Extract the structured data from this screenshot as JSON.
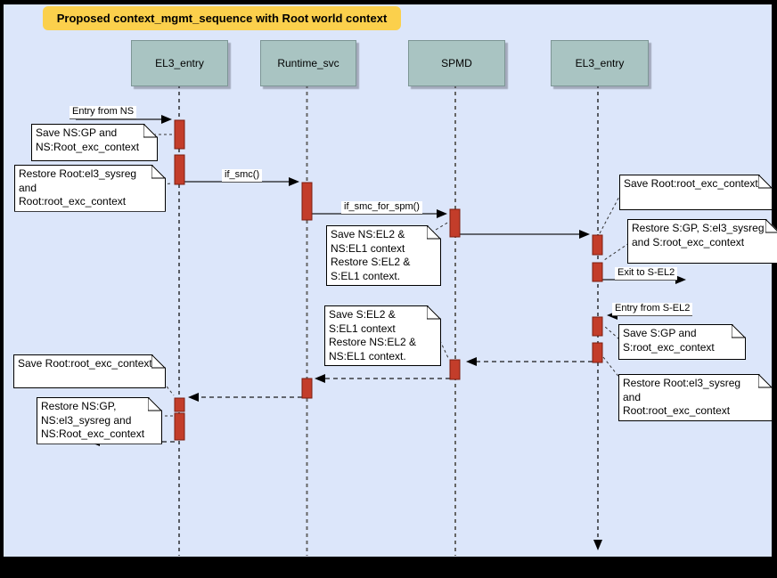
{
  "title": "Proposed context_mgmt_sequence with Root world context",
  "lifelines": [
    {
      "label": "EL3_entry"
    },
    {
      "label": "Runtime_svc"
    },
    {
      "label": "SPMD"
    },
    {
      "label": "EL3_entry"
    }
  ],
  "messages": {
    "entry_from_ns": "Entry from NS",
    "if_smc": "if_smc()",
    "if_smc_for_spm": "if_smc_for_spm()",
    "exit_to_s_el2": "Exit to S-EL2",
    "entry_from_s_el2": "Entry from S-EL2"
  },
  "notes": [
    {
      "text": "Save NS:GP and\nNS:Root_exc_context"
    },
    {
      "text": "Restore Root:el3_sysreg\nand\nRoot:root_exc_context"
    },
    {
      "text": "Save NS:EL2 &\nNS:EL1 context\nRestore S:EL2 &\nS:EL1 context."
    },
    {
      "text": "Save Root:root_exc_context"
    },
    {
      "text": "Restore S:GP, S:el3_sysreg\nand S:root_exc_context"
    },
    {
      "text": "Save S:GP and\nS:root_exc_context"
    },
    {
      "text": "Restore Root:el3_sysreg\nand\nRoot:root_exc_context"
    },
    {
      "text": "Save S:EL2 &\nS:EL1 context\nRestore NS:EL2 &\nNS:EL1 context."
    },
    {
      "text": "Save Root:root_exc_context"
    },
    {
      "text": "Restore NS:GP,\nNS:el3_sysreg and\nNS:Root_exc_context"
    }
  ],
  "colors": {
    "frame": "#000000",
    "background": "#dce6fa",
    "title_bg": "#fbd04c",
    "lifeline_box": "#a9c4c2",
    "activation_fill": "#c33d2a",
    "activation_border": "#7b1d10",
    "note_bg": "#ffffff"
  }
}
